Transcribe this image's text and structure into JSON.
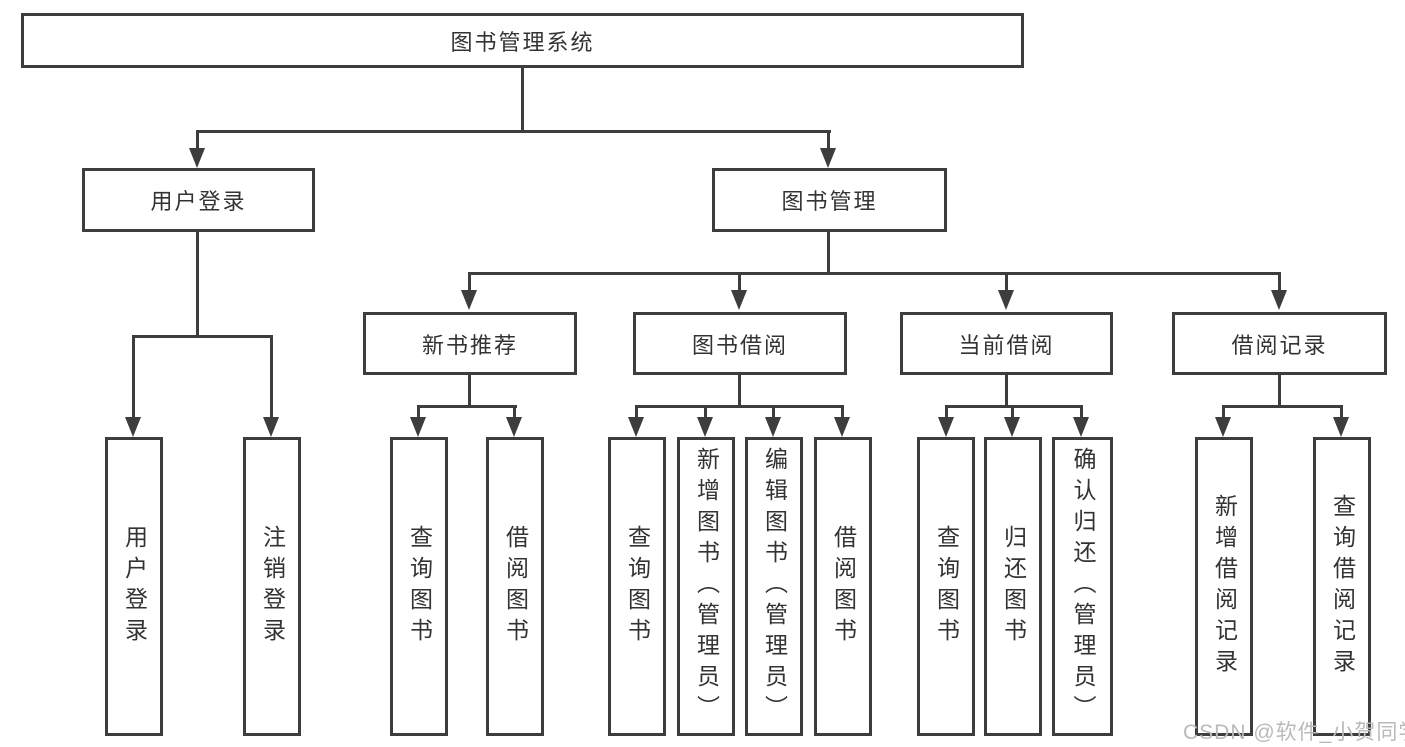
{
  "nodes": {
    "root": {
      "label": "图书管理系统"
    },
    "l2": [
      {
        "label": "用户登录"
      },
      {
        "label": "图书管理"
      }
    ],
    "l3": [
      {
        "label": "新书推荐"
      },
      {
        "label": "图书借阅"
      },
      {
        "label": "当前借阅"
      },
      {
        "label": "借阅记录"
      }
    ],
    "l4": [
      {
        "label": "用户登录"
      },
      {
        "label": "注销登录"
      },
      {
        "label": "查询图书"
      },
      {
        "label": "借阅图书"
      },
      {
        "label": "查询图书"
      },
      {
        "label": "新增图书（管理员）"
      },
      {
        "label": "编辑图书（管理员）"
      },
      {
        "label": "借阅图书"
      },
      {
        "label": "查询图书"
      },
      {
        "label": "归还图书"
      },
      {
        "label": "确认归还（管理员）"
      },
      {
        "label": "新增借阅记录"
      },
      {
        "label": "查询借阅记录"
      }
    ]
  },
  "watermark": {
    "text": "CSDN @软件_小贺同学"
  },
  "colors": {
    "line": "#3d3d3d",
    "text": "#333333",
    "watermark": "#bababa",
    "background": "#ffffff"
  }
}
